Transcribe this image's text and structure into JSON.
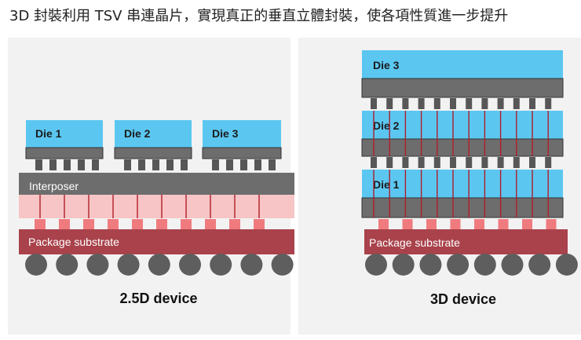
{
  "title": "3D 封裝利用 TSV 串連晶片，實現真正的垂直立體封裝，使各項性質進一步提升",
  "colors": {
    "die": "#5bc7f1",
    "die_text": "#1a1a1a",
    "gray_layer": "#6d6d6d",
    "bump": "#575757",
    "pink_zone": "#f7c5c5",
    "red_line": "#b01e2a",
    "salmon_bump": "#f07b7f",
    "substrate": "#a9424b",
    "ball": "#5e5e5e",
    "panel_bg": "#f2f2f2"
  },
  "left": {
    "dies": [
      "Die 1",
      "Die 2",
      "Die 3"
    ],
    "interposer_label": "Interposer",
    "substrate_label": "Package substrate",
    "caption": "2.5D device"
  },
  "right": {
    "dies": [
      "Die 3",
      "Die 2",
      "Die 1"
    ],
    "substrate_label": "Package substrate",
    "caption": "3D device"
  }
}
